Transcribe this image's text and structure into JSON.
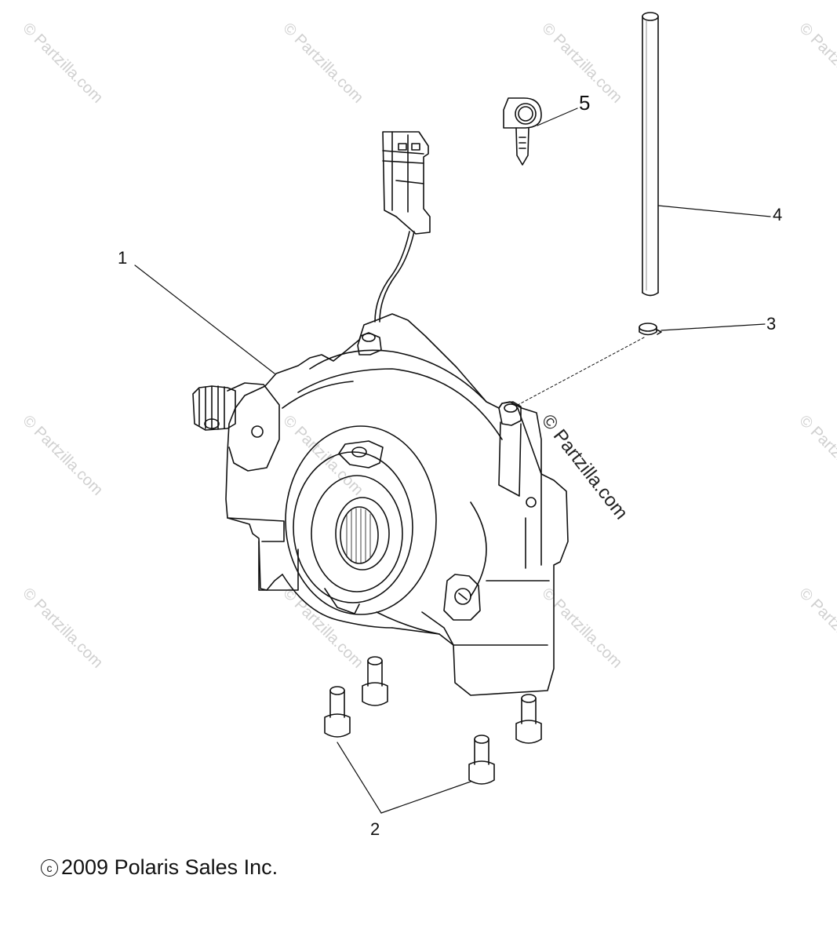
{
  "diagram": {
    "callouts": [
      {
        "id": "1",
        "label": "1"
      },
      {
        "id": "2",
        "label": "2"
      },
      {
        "id": "3",
        "label": "3"
      },
      {
        "id": "4",
        "label": "4"
      },
      {
        "id": "5",
        "label": "5"
      }
    ],
    "watermark_main": "© Partzilla.com",
    "watermark_tile": "© Partzilla.com",
    "copyright": "2009 Polaris Sales Inc.",
    "copyright_symbol": "c"
  },
  "colors": {
    "line": "#111111",
    "watermark": "#d0d0d0"
  }
}
